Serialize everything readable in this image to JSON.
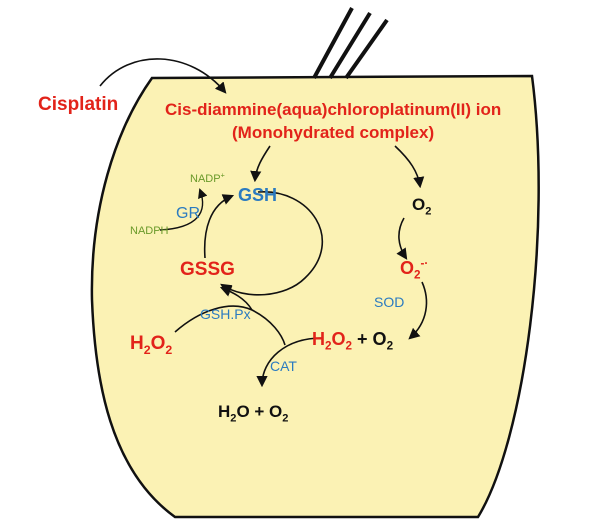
{
  "labels": {
    "cisplatin": "Cisplatin",
    "ion_line1": "Cis-diammine(aqua)chloroplatinum(II) ion",
    "ion_line2": "(Monohydrated complex)",
    "nadp_plus": "NADP",
    "nadp_plus_sup": "+",
    "gsh": "GSH",
    "gr": "GR",
    "nadph": "NADPH",
    "gssg": "GSSG",
    "gshpx": "GSH.Px",
    "h2o2_left_h": "H",
    "h2o2_left_sub1": "2",
    "h2o2_left_o": "O",
    "h2o2_left_sub2": "2",
    "cat": "CAT",
    "h2o_o2_h2o": "H",
    "h2o_o2_sub1": "2",
    "h2o_o2_mid": "O + O",
    "h2o_o2_sub2": "2",
    "o2_o": "O",
    "o2_sub": "2",
    "superoxide_o": "O",
    "superoxide_sub": "2",
    "superoxide_sup": "-·",
    "sod": "SOD",
    "h2o2_right_h": "H",
    "h2o2_right_sub1": "2",
    "h2o2_right_o": "O",
    "h2o2_right_sub2": "2",
    "h2o2_right_plus": " + O",
    "h2o2_right_sub3": "2"
  },
  "colors": {
    "red": "#e2231a",
    "blue": "#2b7bc0",
    "green": "#6a9a2a",
    "cell_fill": "#fbf2b4",
    "outline": "#111111"
  }
}
